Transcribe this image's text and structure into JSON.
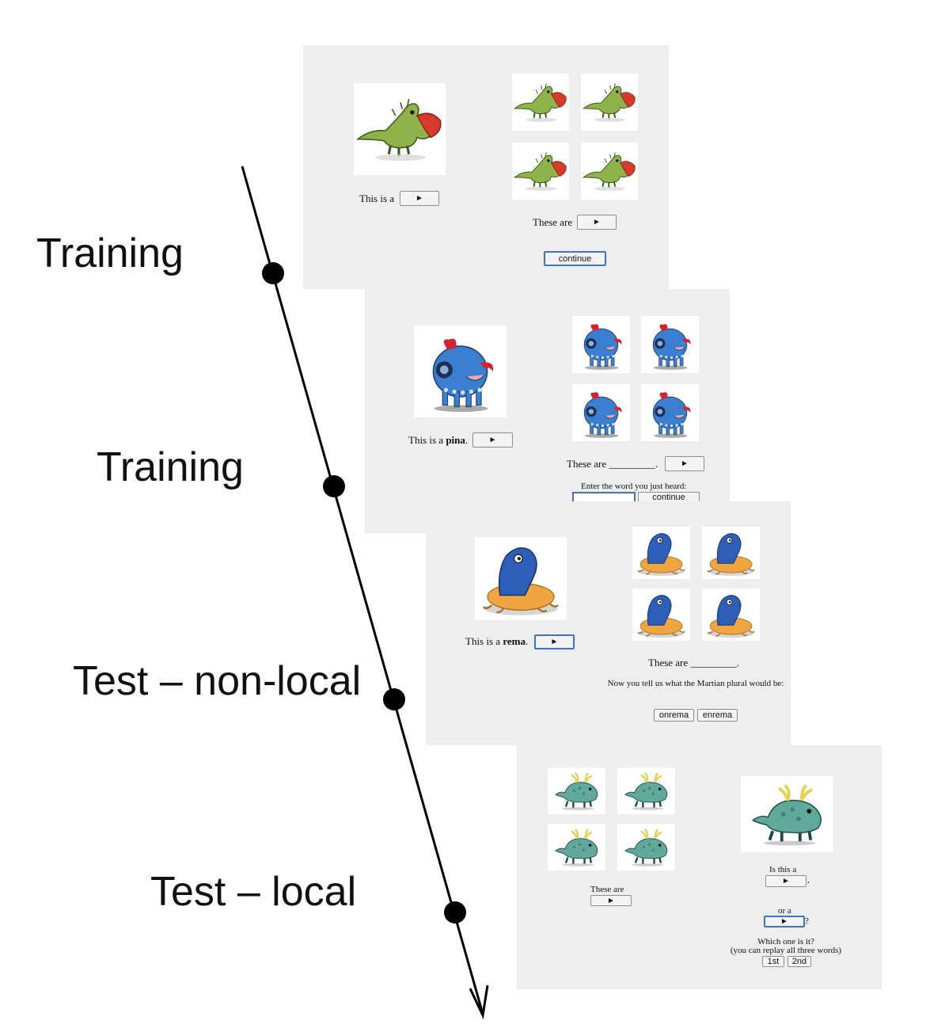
{
  "phases": [
    "Training",
    "Training",
    "Test – non-local",
    "Test – local"
  ],
  "play_icon": "►",
  "panel1": {
    "singular_text": "This is a",
    "plural_text": "These are",
    "continue_label": "continue"
  },
  "panel2": {
    "singular_prefix": "This is a ",
    "singular_word": "pina",
    "singular_suffix": ".",
    "plural_text": "These are _________.",
    "enter_word_text": "Enter the word you just heard:",
    "continue_label": "continue"
  },
  "panel3": {
    "singular_prefix": "This is a ",
    "singular_word": "rema",
    "singular_suffix": ".",
    "plural_text": "These are _________.",
    "prompt_text": "Now you tell us what the Martian plural would be:",
    "option1": "onrema",
    "option2": "enrema"
  },
  "panel4": {
    "plural_text": "These are",
    "question1": "Is this a",
    "comma": ",",
    "or_text": "or a",
    "question_mark": "?",
    "which_text": "Which one is it?",
    "replay_text": "(you can replay all three words)",
    "option1": "1st",
    "option2": "2nd"
  },
  "colors": {
    "panel_bg": "#eeeeee",
    "focus_blue": "#3b73d6",
    "dragon_green": "#8fb34a",
    "dragon_red": "#d63a2a",
    "blob_blue": "#3a7fd0",
    "slug_orange": "#f0a640",
    "slug_blue": "#2d5fb8",
    "teal_creature": "#5fa89a",
    "horn_yellow": "#e3d24a"
  },
  "icons": [
    "dragon-creature-icon",
    "blue-monster-icon",
    "slug-creature-icon",
    "teal-creature-icon",
    "play-icon",
    "timeline-arrow-icon"
  ]
}
